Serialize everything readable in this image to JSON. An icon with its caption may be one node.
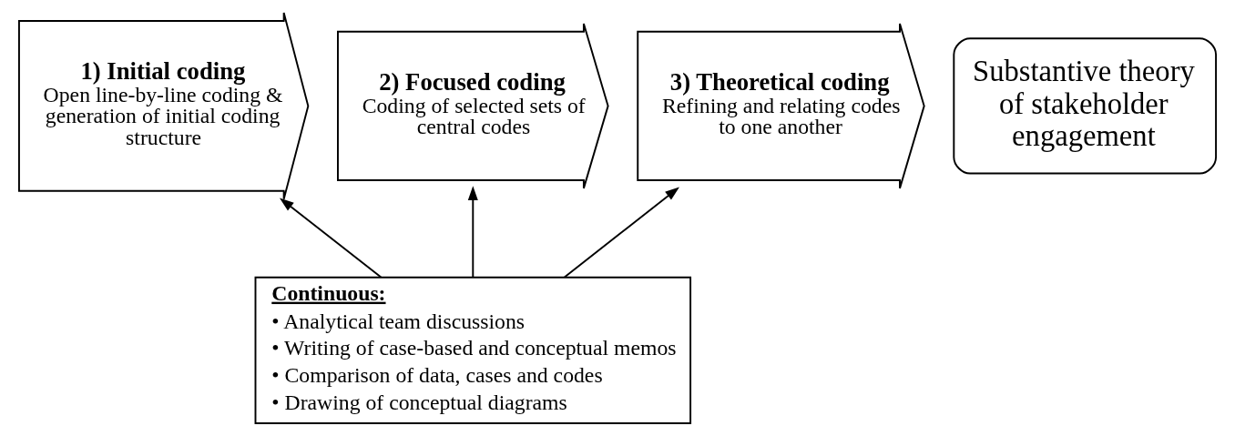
{
  "diagram": {
    "nodes": [
      {
        "text": [
          "1) Initial coding",
          "Open line-by-line coding & generation of initial coding structure"
        ]
      },
      {
        "text": [
          "2) Focused coding",
          "Coding of selected sets of central codes"
        ]
      },
      {
        "text": [
          "3) Theoretical coding",
          "Refining and relating codes to one another"
        ]
      },
      {
        "text": [
          "Substantive theory of stakeholder engagement"
        ]
      },
      {
        "text": [
          "Continuous:",
          "• Analytical team discussions",
          "• Writing of case-based and conceptual memos",
          "• Comparison of data, cases and codes",
          "• Drawing of conceptual diagrams"
        ]
      }
    ],
    "edges": [
      {
        "from": 4,
        "to": 0,
        "arrow": "to"
      },
      {
        "from": 4,
        "to": 1,
        "arrow": "to"
      },
      {
        "from": 4,
        "to": 2,
        "arrow": "to"
      }
    ]
  }
}
